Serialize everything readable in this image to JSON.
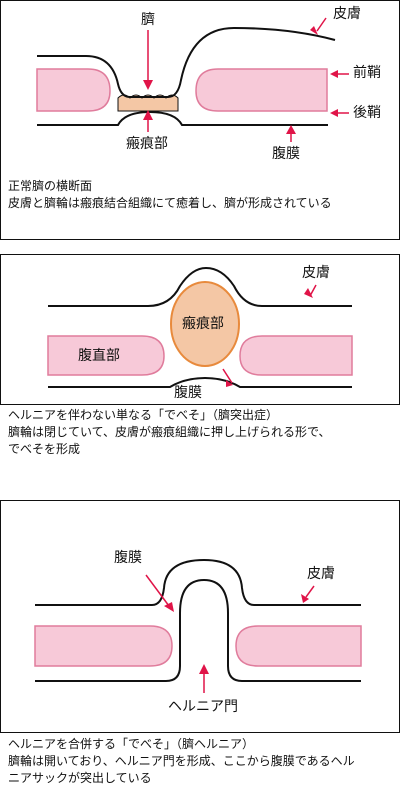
{
  "panel1": {
    "labels": {
      "navel": "臍",
      "skin": "皮膚",
      "anterior_sheath": "前鞘",
      "posterior_sheath": "後鞘",
      "scar": "瘢痕部",
      "peritoneum": "腹膜"
    },
    "caption": [
      "正常臍の横断面",
      "皮膚と臍輪は瘢痕結合組織にて癒着し、臍が形成されている"
    ]
  },
  "panel2": {
    "labels": {
      "skin": "皮膚",
      "scar": "瘢痕部",
      "rectus": "腹直部",
      "peritoneum": "腹膜"
    },
    "caption": [
      "ヘルニアを伴わない単なる「でべそ」（臍突出症）",
      "臍輪は閉じていて、皮膚が瘢痕組織に押し上げられる形で、",
      "でべそを形成"
    ]
  },
  "panel3": {
    "labels": {
      "peritoneum": "腹膜",
      "skin": "皮膚",
      "hernia_gate": "ヘルニア門"
    },
    "caption": [
      "ヘルニアを合併する「でべそ」（臍ヘルニア）",
      "臍輪は開いており、ヘルニア門を形成、ここから腹膜であるヘル",
      "ニアサックが突出している"
    ]
  },
  "colors": {
    "muscle_fill": "#f7c9d8",
    "muscle_stroke": "#e07c9c",
    "scar_fill": "#f4c7a5",
    "scar_stroke": "#e88a3c",
    "arrow": "#e01448",
    "line": "#111111"
  }
}
